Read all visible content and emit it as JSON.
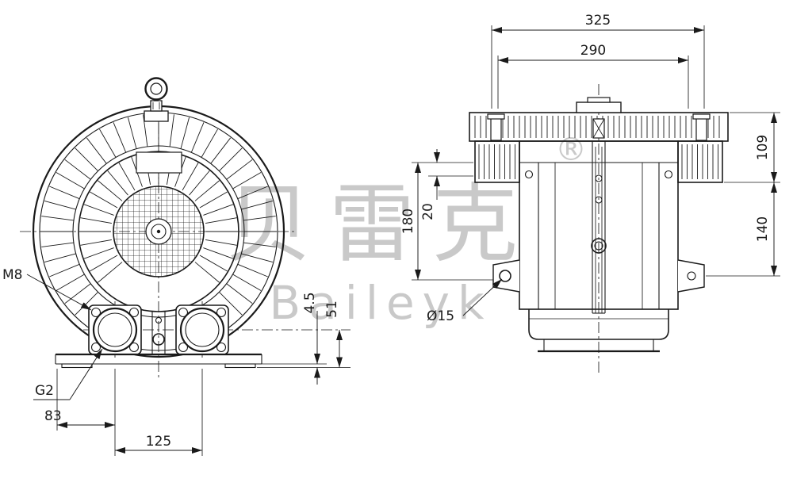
{
  "drawing": {
    "front_view": {
      "label_m8": "M8",
      "label_g2": "G2",
      "dim_83": "83",
      "dim_125": "125",
      "dim_4_5": "4.5",
      "dim_51": "51"
    },
    "side_view": {
      "dim_325": "325",
      "dim_290": "290",
      "dim_109": "109",
      "dim_140": "140",
      "dim_180": "180",
      "dim_20": "20",
      "label_phi15": "Ø15"
    },
    "watermark": {
      "cjk": "贝雷克",
      "registered": "®",
      "latin": "Baileyk"
    },
    "colors": {
      "line": "#1a1a1a",
      "watermark": "#c9c9c9",
      "background": "#ffffff"
    }
  }
}
